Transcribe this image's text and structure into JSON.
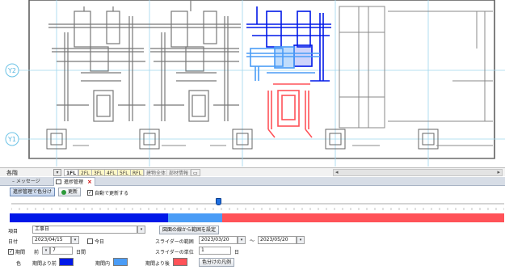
{
  "drawing": {
    "grid_labels": [
      "Y2",
      "Y1"
    ]
  },
  "levelbar": {
    "label": "各階",
    "floor_tabs": [
      "1FL",
      "2FL",
      "3FL",
      "4FL",
      "5FL",
      "RFL",
      "建物全体",
      "部材情報"
    ]
  },
  "tabs": {
    "message": "メッセージ",
    "main": "進捗管理"
  },
  "toolbar": {
    "color_button": "進捗管理で色分け",
    "update_button": "更新",
    "auto_update": "自動で更新する",
    "auto_update_checked": "✓"
  },
  "progress": {
    "segments": [
      {
        "name": "期間より前",
        "fraction": 0.32,
        "color": "#0018e8"
      },
      {
        "name": "期間内",
        "fraction": 0.11,
        "color": "#4a9cf6"
      },
      {
        "name": "期間より後",
        "fraction": 0.57,
        "color": "#ff5258"
      }
    ],
    "thumb_fraction": 0.42
  },
  "form": {
    "item_label": "項目",
    "item_value": "工事日",
    "set_range_button": "図面の線から範囲を設定",
    "date_label": "日付",
    "date_value": "2023/04/15",
    "today_label": "今日",
    "period_label": "期間",
    "period_checked": "✓",
    "before_label": "前",
    "period_days": "7",
    "days_unit": "日間",
    "slider_range_label": "スライダーの範囲",
    "range_start": "2023/03/20",
    "range_sep": "〜",
    "range_end": "2023/05/20",
    "slider_unit_label": "スライダーの単位",
    "slider_unit_value": "1",
    "unit_day": "日",
    "color_label": "色",
    "legend_before": "期間より前",
    "legend_during": "期間内",
    "legend_after": "期間より後",
    "legend_button": "色分けの凡例"
  },
  "colors": {
    "before": "#0018e8",
    "during": "#4a9cf6",
    "after": "#ff5258",
    "grid": "#9fd6ee"
  }
}
